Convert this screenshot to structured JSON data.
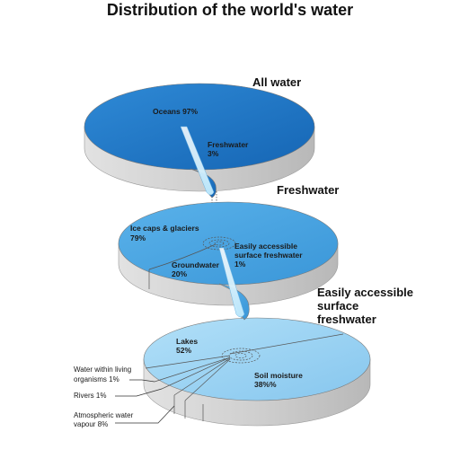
{
  "title": "Distribution of the world's water",
  "tiers": [
    {
      "heading": "All water",
      "labels": [
        {
          "line1": "Oceans 97%",
          "line2": ""
        },
        {
          "line1": "Freshwater",
          "line2": "3%"
        }
      ]
    },
    {
      "heading": "Freshwater",
      "labels": [
        {
          "line1": "Ice caps & glaciers",
          "line2": "79%"
        },
        {
          "line1": "Easily accessible",
          "line2": "surface freshwater",
          "line3": "1%"
        },
        {
          "line1": "Groundwater",
          "line2": "20%"
        }
      ]
    },
    {
      "heading_lines": [
        "Easily accessible",
        "surface",
        "freshwater"
      ],
      "labels": [
        {
          "line1": "Lakes",
          "line2": "52%"
        },
        {
          "line1": "Soil moisture",
          "line2": "38%%"
        }
      ],
      "callouts": [
        {
          "line1": "Water within living",
          "line2": "organisms 1%"
        },
        {
          "line1": "Rivers 1%"
        },
        {
          "line1": "Atmospheric water",
          "line2": "vapour  8%"
        }
      ]
    }
  ],
  "colors": {
    "tier1": "#1e78c8",
    "tier2": "#4aa4e2",
    "tier3": "#9ad2f4",
    "edge": "#cfcfcf"
  }
}
